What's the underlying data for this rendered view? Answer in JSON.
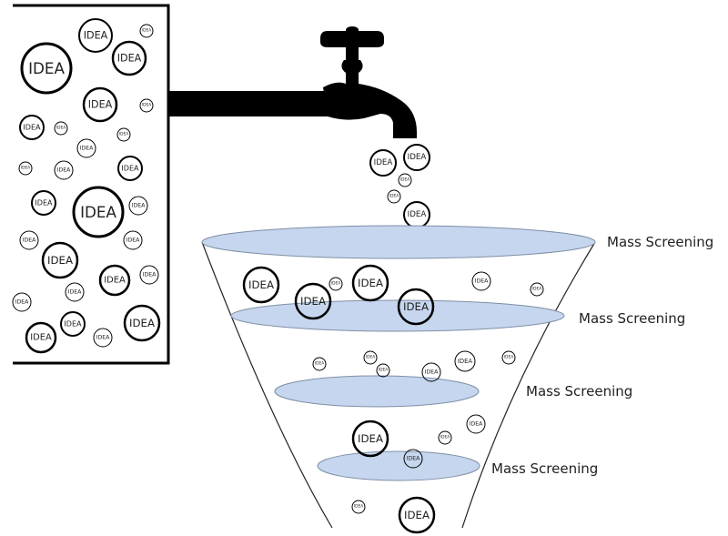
{
  "diagram": {
    "bubble_text": "IDEA",
    "screening_label": "Mass Screening",
    "colors": {
      "screen_fill": "#c6d6ee",
      "screen_stroke": "#7f8fa6",
      "ink": "#000000"
    },
    "stages": [
      {
        "label": "Mass Screening"
      },
      {
        "label": "Mass Screening"
      },
      {
        "label": "Mass Screening"
      },
      {
        "label": "Mass Screening"
      }
    ]
  }
}
